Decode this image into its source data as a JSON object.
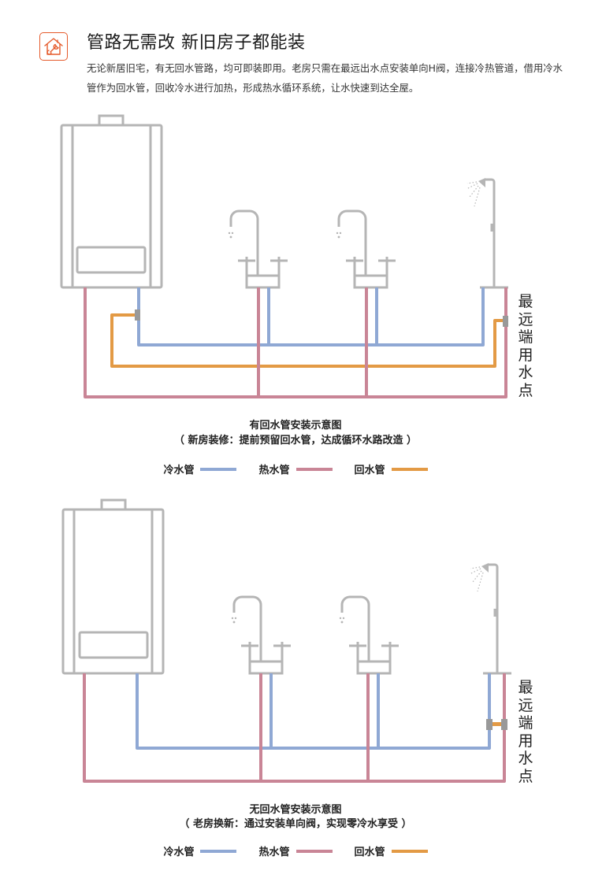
{
  "header": {
    "icon": "house-wrench-icon",
    "title": "管路无需改  新旧房子都能装",
    "description": "无论新居旧宅，有无回水管路，均可即装即用。老房只需在最远出水点安装单向H阀，连接冷热管道，借用冷水管作为回水管，回收冷水进行加热，形成热水循环系统，让水快速到达全屋。"
  },
  "colors": {
    "accent": "#e55a2b",
    "cold_pipe": "#8fa8d4",
    "hot_pipe": "#c98596",
    "return_pipe": "#e39a45",
    "fixture": "#b5b5b5",
    "valve": "#999999"
  },
  "diagrams": [
    {
      "id": "with-return",
      "far_point_label": "最远端用水点",
      "caption": "有回水管安装示意图",
      "subcaption": "（ 新房装修：提前预留回水管，达成循环水路改造 ）",
      "legend": [
        {
          "label": "冷水管",
          "color": "#8fa8d4"
        },
        {
          "label": "热水管",
          "color": "#c98596"
        },
        {
          "label": "回水管",
          "color": "#e39a45"
        }
      ]
    },
    {
      "id": "without-return",
      "far_point_label": "最远端用水点",
      "caption": "无回水管安装示意图",
      "subcaption": "（ 老房换新：通过安装单向阀，实现零冷水享受 ）",
      "legend": [
        {
          "label": "冷水管",
          "color": "#8fa8d4"
        },
        {
          "label": "热水管",
          "color": "#c98596"
        },
        {
          "label": "回水管",
          "color": "#e39a45"
        }
      ]
    }
  ]
}
